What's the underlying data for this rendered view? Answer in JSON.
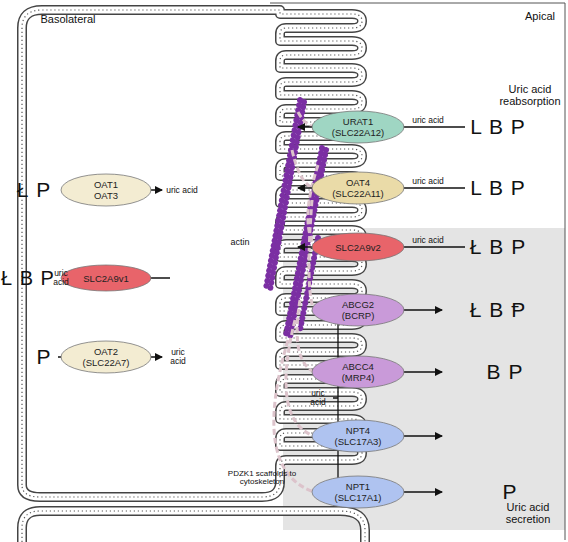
{
  "diagram": {
    "nodes": [
      {
        "text": [
          "OAT1 OAT3"
        ]
      },
      {
        "text": [
          "SLC2A9v1"
        ]
      },
      {
        "text": [
          "OAT2 (SLC22A7)"
        ]
      },
      {
        "text": [
          "URAT1 (SLC22A12)"
        ]
      },
      {
        "text": [
          "OAT4 (SLC22A11)"
        ]
      },
      {
        "text": [
          "SLC2A9v2"
        ]
      },
      {
        "text": [
          "ABCG2 (BCRP)"
        ]
      },
      {
        "text": [
          "ABCC4 (MRP4)"
        ]
      },
      {
        "text": [
          "NPT4 (SLC17A3)"
        ]
      },
      {
        "text": [
          "NPT1 (SLC17A1)"
        ]
      }
    ],
    "labels": [
      "Basolateral",
      "Apical",
      "Uric acid reabsorption",
      "Ł P",
      "uric acid",
      "Ł B P",
      "uric acid",
      "P",
      "uric acid",
      "uric acid",
      "L B P",
      "uric acid",
      "L B P",
      "uric acid",
      "Ł B P",
      "actin",
      "Ł B Ᵽ",
      "B P",
      "uric acid",
      "PDZK1 scaffolds to cytoskeleton",
      "P",
      "Uric acid secretion"
    ]
  }
}
